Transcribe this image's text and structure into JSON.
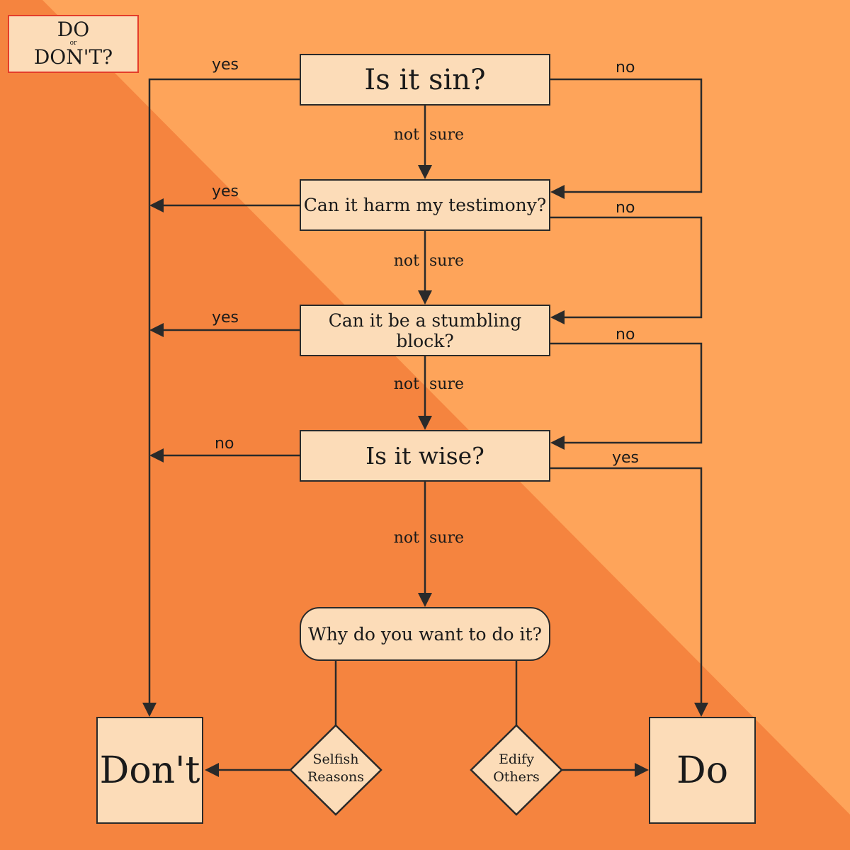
{
  "badge": {
    "line1": "DO",
    "or": "or",
    "line2": "DON'T?"
  },
  "nodes": {
    "q1": "Is it sin?",
    "q2": "Can it harm my testimony?",
    "q3": "Can it be a stumbling block?",
    "q4": "Is it wise?",
    "q5": "Why do you want to do it?",
    "dont": "Don't",
    "do": "Do"
  },
  "diamonds": {
    "selfish": {
      "line1": "Selfish",
      "line2": "Reasons"
    },
    "edify": {
      "line1": "Edify",
      "line2": "Others"
    }
  },
  "edges": {
    "q1_left": "yes",
    "q1_right": "no",
    "q2_left": "yes",
    "q2_right": "no",
    "q3_left": "yes",
    "q3_right": "no",
    "q4_left": "no",
    "q4_right": "yes",
    "not_word": "not",
    "sure_word": "sure"
  },
  "colors": {
    "dark_orange": "#f5843f",
    "light_orange": "#fea45a",
    "box_fill": "#fcdcb8",
    "line": "#2a2a2a",
    "badge_border": "#e43d2a"
  }
}
